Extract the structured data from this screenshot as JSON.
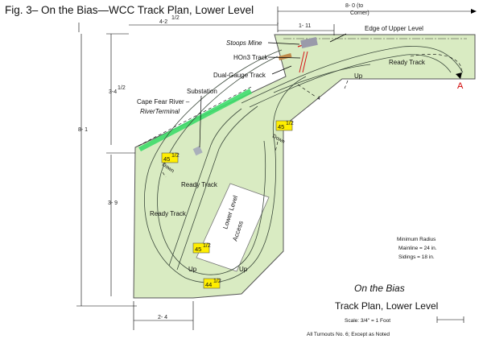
{
  "figure": {
    "title": "Fig. 3– On the Bias—WCC Track Plan, Lower Level"
  },
  "dimensions": {
    "top_width": "4-2",
    "top_width_sup": "1/2",
    "right_corner_width": "8- 0 (to",
    "right_corner_width_2": "Corner)",
    "upper_notch": "1- 11",
    "left_upper": "3-4",
    "left_upper_sup": "1/2",
    "total_height": "8- 1",
    "left_lower": "3- 9",
    "bottom_width": "2- 4"
  },
  "labels": {
    "stoops_mine": "Stoops Mine",
    "hon3_track": "HOn3 Track",
    "dual_gauge": "Dual-Gauge Track",
    "edge_upper": "Edge of Upper Level",
    "ready_track_top": "Ready Track",
    "substation": "Substation",
    "cape_fear_1": "Cape Fear River –",
    "cape_fear_2": "RiverTerminal",
    "down_left": "Down",
    "down_right": "Down",
    "ready_track_mid": "Ready  Track",
    "ready_track_low": "Ready Track",
    "lower_level_access": "Lower Level",
    "lower_level_access_2": "Access",
    "up_1": "Up",
    "up_2": "Up",
    "up_3": "Up",
    "num_4": "4",
    "mark_a": "A"
  },
  "grades": {
    "g1": "45",
    "g1_sup": "1/2",
    "g2": "45",
    "g2_sup": "1/2",
    "g3": "45",
    "g3_sup": "1/2",
    "g4": "44",
    "g4_sup": "1/2"
  },
  "min_radius": {
    "title": "Minimum Radius",
    "mainline": "Mainline = 24 in.",
    "sidings": "Sidings = 18 in."
  },
  "footer": {
    "name": "On the Bias",
    "plan": "Track Plan, Lower Level",
    "scale": "Scale: 3/4\" = 1 Foot",
    "turnouts": "All Turnouts No. 6; Except as Noted"
  },
  "colors": {
    "benchwork": "#d9ebc2",
    "benchwork_edge": "#555555",
    "river": "#3ddc6a",
    "grade_box": "#ffee00",
    "mark_a": "#d00000",
    "hon3_track": "#d61a1a",
    "mine": "#9a9aaa",
    "substation": "#aab0bb",
    "brown_spur": "#c08a4a"
  }
}
